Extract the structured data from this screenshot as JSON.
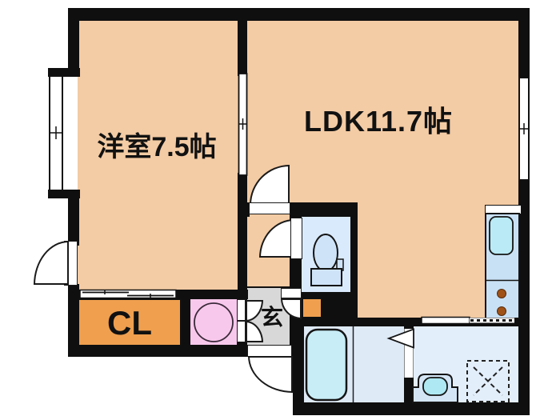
{
  "floorplan": {
    "rooms": {
      "western_room": {
        "label": "洋室7.5帖"
      },
      "ldk": {
        "label": "LDK11.7帖"
      },
      "closet": {
        "label": "CL"
      },
      "entrance": {
        "label": "玄"
      }
    },
    "colors": {
      "room_fill": "#f3cba4",
      "closet_fill": "#ef9f4e",
      "shoe_cabinet_fill": "#ef9f4e",
      "laundry_space_fill": "#f8c8ec",
      "entrance_fill": "#d8d8d8",
      "toilet_room_fill": "#d9eafc",
      "bathroom_fill": "#dfeaf7",
      "washroom_fill": "#e3eefb",
      "kitchen_counter_fill": "#c9e1f5",
      "fixture_fill": "#b9eaf5",
      "wall": "#0f0f0f",
      "burner": "#a05318"
    },
    "fixtures": [
      "toilet",
      "bathtub",
      "washbasin",
      "washing-machine-space",
      "kitchen-sink",
      "gas-burners",
      "shoe-cabinet",
      "laundry-machine-circle",
      "sliding-closet-door",
      "entrance-door",
      "windows"
    ]
  }
}
